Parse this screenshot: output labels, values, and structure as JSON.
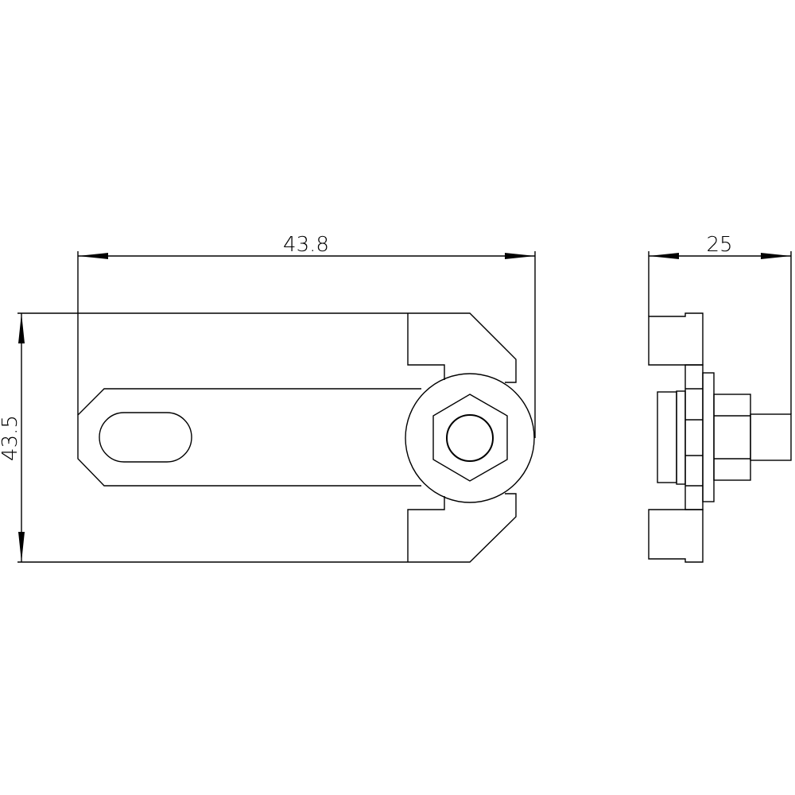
{
  "dimensions": {
    "width_front": "43.8",
    "height_front": "43.5",
    "width_side": "25"
  },
  "colors": {
    "line": "#000000",
    "background": "#ffffff"
  }
}
